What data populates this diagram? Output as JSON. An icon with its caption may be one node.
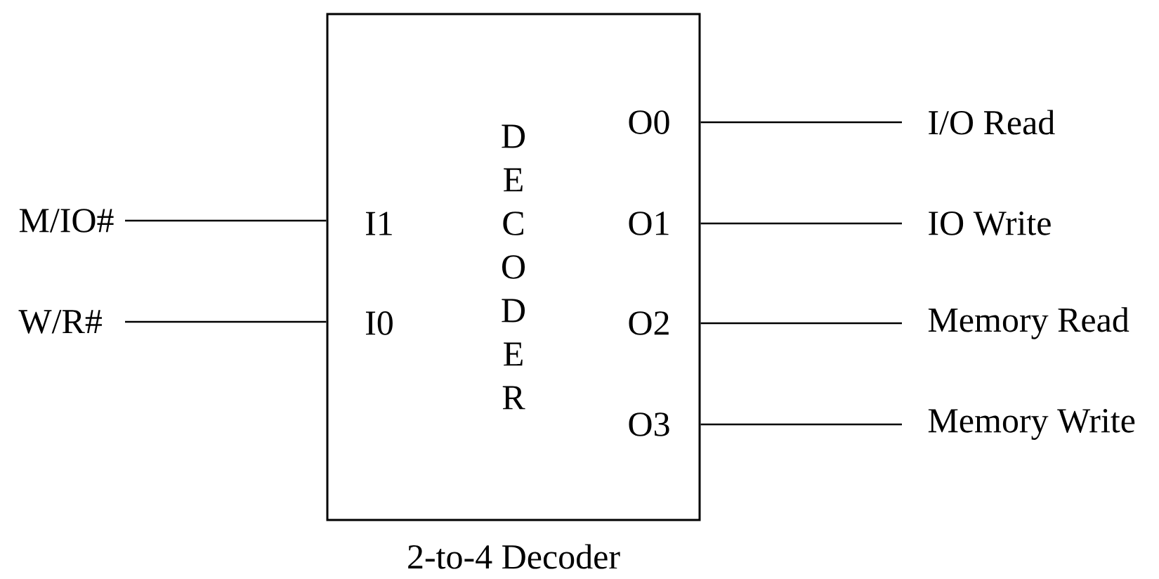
{
  "diagram": {
    "caption": "2-to-4 Decoder",
    "nodes": [
      {
        "text": [
          "DECODER"
        ]
      },
      {
        "text": [
          "M/IO#"
        ]
      },
      {
        "text": [
          "W/R#"
        ]
      },
      {
        "text": [
          "I/O Read"
        ]
      },
      {
        "text": [
          "IO Write"
        ]
      },
      {
        "text": [
          "Memory Read"
        ]
      },
      {
        "text": [
          "Memory Write"
        ]
      }
    ],
    "edges": [
      {
        "from": 1,
        "to": 0,
        "arrow": "none"
      },
      {
        "from": 2,
        "to": 0,
        "arrow": "none"
      },
      {
        "from": 0,
        "to": 3,
        "arrow": "none"
      },
      {
        "from": 0,
        "to": 4,
        "arrow": "none"
      },
      {
        "from": 0,
        "to": 5,
        "arrow": "none"
      },
      {
        "from": 0,
        "to": 6,
        "arrow": "none"
      }
    ],
    "labels": [
      "I1",
      "I0",
      "O0",
      "O1",
      "O2",
      "O3"
    ]
  }
}
